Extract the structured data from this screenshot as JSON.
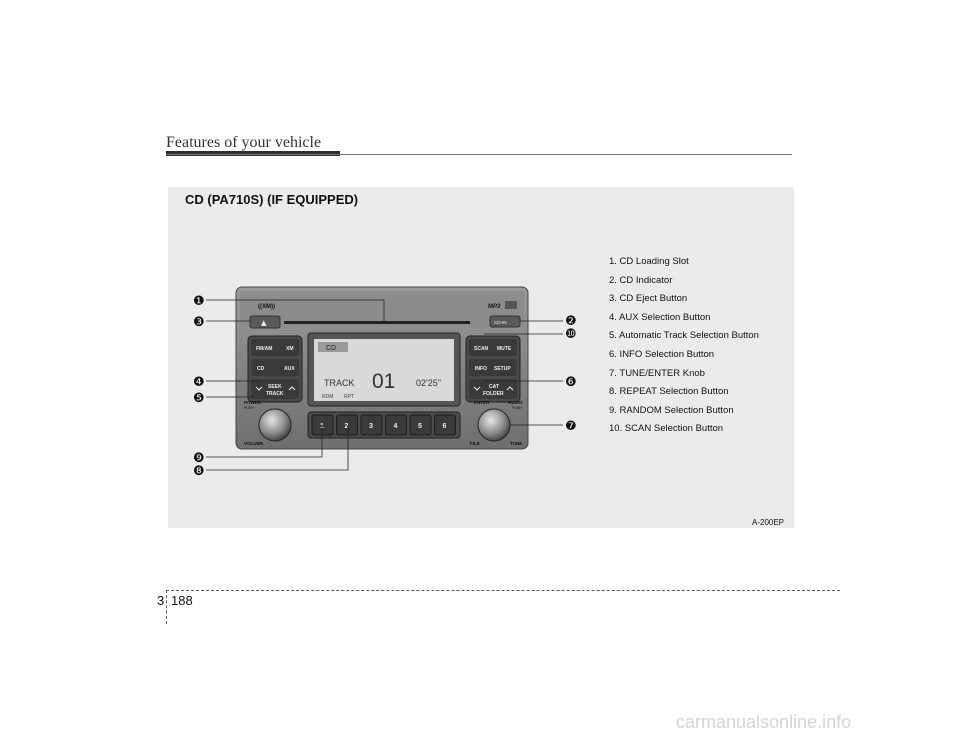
{
  "header": {
    "title": "Features of your vehicle"
  },
  "figure": {
    "title": "CD (PA710S) (IF EQUIPPED)",
    "code": "A-200EP",
    "callouts": [
      {
        "number": "1",
        "glyph": "❶"
      },
      {
        "number": "2",
        "glyph": "❷"
      },
      {
        "number": "3",
        "glyph": "❸"
      },
      {
        "number": "4",
        "glyph": "❹"
      },
      {
        "number": "5",
        "glyph": "❺"
      },
      {
        "number": "6",
        "glyph": "❻"
      },
      {
        "number": "7",
        "glyph": "❼"
      },
      {
        "number": "8",
        "glyph": "❽"
      },
      {
        "number": "9",
        "glyph": "❾"
      },
      {
        "number": "10",
        "glyph": "❿"
      }
    ],
    "legend": [
      "1. CD Loading Slot",
      "2. CD Indicator",
      "3. CD Eject Button",
      "4. AUX Selection Button",
      "5. Automatic Track Selection Button",
      "6. INFO Selection Button",
      "7. TUNE/ENTER Knob",
      "8. REPEAT Selection Button",
      "9. RANDOM Selection Button",
      "10. SCAN Selection Button"
    ],
    "radio": {
      "xm_logo": "((XM))",
      "mp3_badge": "MP3",
      "cd_in": "CD-IN",
      "eject": "▲",
      "fm_am": "FM/AM",
      "xm": "XM",
      "cd": "CD",
      "aux": "AUX",
      "seek": "SEEK",
      "track": "TRACK",
      "power": "POWER",
      "power_push": "PUSH",
      "volume": "VOLUME",
      "scan": "SCAN",
      "mute": "MUTE",
      "info": "INFO",
      "setup": "SETUP",
      "cat": "CAT",
      "folder": "FOLDER",
      "enter": "ENTER",
      "audio": "AUDIO",
      "audio_push": "PUSH",
      "file": "FILE",
      "tune": "TUNE",
      "presets": [
        "1",
        "2",
        "3",
        "4",
        "5",
        "6"
      ],
      "display": {
        "mode": "CD",
        "track_label": "TRACK",
        "track_number": "01",
        "time": "02'25\"",
        "rdm": "RDM",
        "rpt": "RPT"
      }
    }
  },
  "footer": {
    "chapter": "3",
    "page": "188"
  },
  "watermark": "carmanualsonline.info"
}
